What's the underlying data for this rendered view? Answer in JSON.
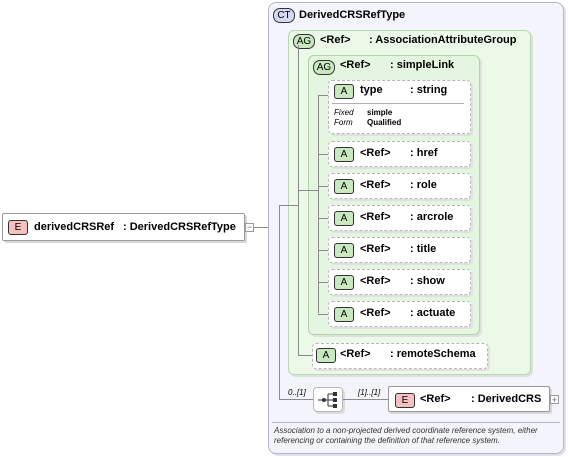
{
  "root_element": {
    "badge": "E",
    "name": "derivedCRSRef",
    "type": ": DerivedCRSRefType"
  },
  "complex_type": {
    "badge": "CT",
    "name": "DerivedCRSRefType"
  },
  "attribute_group": {
    "badge": "AG",
    "ref": "<Ref>",
    "name": ": AssociationAttributeGroup"
  },
  "simple_link": {
    "badge": "AG",
    "ref": "<Ref>",
    "name": ": simpleLink"
  },
  "type_attribute": {
    "badge": "A",
    "name": "type",
    "type": ": string",
    "fixed_label": "Fixed",
    "fixed_value": "simple",
    "form_label": "Form",
    "form_value": "Qualified"
  },
  "attributes": [
    {
      "badge": "A",
      "ref": "<Ref>",
      "name": ": href"
    },
    {
      "badge": "A",
      "ref": "<Ref>",
      "name": ": role"
    },
    {
      "badge": "A",
      "ref": "<Ref>",
      "name": ": arcrole"
    },
    {
      "badge": "A",
      "ref": "<Ref>",
      "name": ": title"
    },
    {
      "badge": "A",
      "ref": "<Ref>",
      "name": ": show"
    },
    {
      "badge": "A",
      "ref": "<Ref>",
      "name": ": actuate"
    }
  ],
  "remote_schema": {
    "badge": "A",
    "ref": "<Ref>",
    "name": ": remoteSchema"
  },
  "sequence": {
    "left_cardinality": "0..[1]",
    "right_cardinality": "[1]..[1]"
  },
  "child_element": {
    "badge": "E",
    "ref": "<Ref>",
    "name": ": DerivedCRS"
  },
  "documentation": "Association to a non-projected derived coordinate reference system, either referencing or containing the definition of that reference system."
}
